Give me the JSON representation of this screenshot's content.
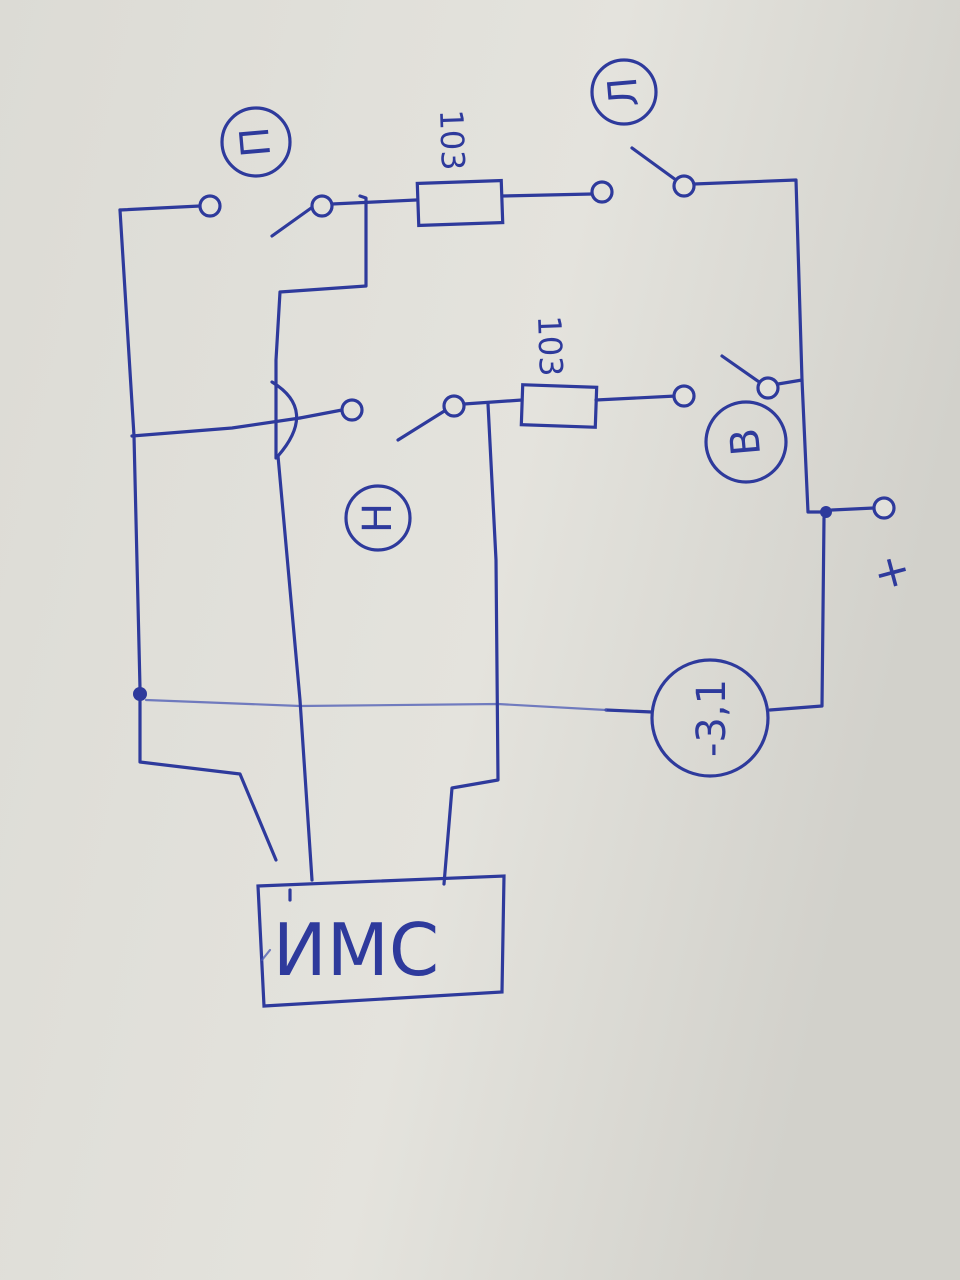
{
  "colors": {
    "ink": "#2e3a9c",
    "paper": "#e2e1db"
  },
  "diagram": {
    "labels": {
      "switch_p": "П",
      "switch_l": "Л",
      "switch_v": "В",
      "switch_n": "Н",
      "resistor_top": "103",
      "resistor_mid": "103",
      "motor": "-3,1",
      "plus": "+",
      "chip": "ИМС"
    }
  }
}
